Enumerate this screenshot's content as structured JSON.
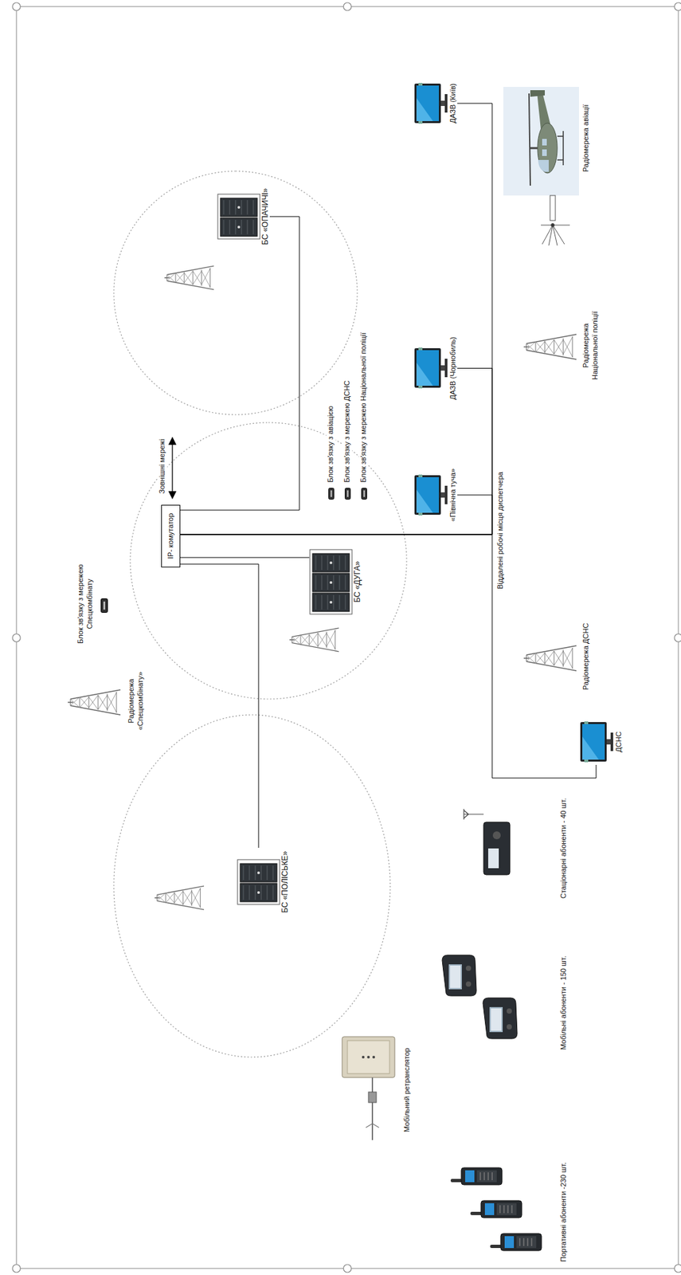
{
  "diagram": {
    "nodes": [
      {
        "text": [
          "БС «ОПАЧИЧІ»"
        ]
      },
      {
        "text": [
          "БС «ДУГА»"
        ]
      },
      {
        "text": [
          "БС «ПОЛІСЬКЕ»"
        ]
      },
      {
        "text": [
          "IP- комутатор"
        ]
      },
      {
        "text": [
          "ДАЗВ (Київ)"
        ]
      },
      {
        "text": [
          "ДАЗВ (Чорнобиль)"
        ]
      },
      {
        "text": [
          "«Північна туча»"
        ]
      },
      {
        "text": [
          "ДСНС"
        ]
      }
    ],
    "edges": [
      {
        "from": 3,
        "to": 0,
        "arrow": "none"
      },
      {
        "from": 3,
        "to": 1,
        "arrow": "none"
      },
      {
        "from": 3,
        "to": 2,
        "arrow": "none"
      },
      {
        "from": 3,
        "to": 4,
        "arrow": "none"
      },
      {
        "from": 3,
        "to": 5,
        "arrow": "none"
      },
      {
        "from": 3,
        "to": 6,
        "arrow": "none"
      },
      {
        "from": 3,
        "to": 7,
        "arrow": "none"
      }
    ],
    "labels": [
      "Зовнішні мережі",
      "Блок зв'язку з авіацією",
      "Блок зв'язку з мережею ДСНС",
      "Блок зв'язку з мережею Національної поліції",
      "Блок зв'язку з мережею Спецкомбінату",
      "Радіомережа «Спецкомбінату»",
      "Віддалені робочі місця диспетчера",
      "Радіомережа ДСНС",
      "Радіомережа Національної поліції",
      "Радіомережа авіації",
      "Мобільний ретранслятор",
      "Портативні абоненти -230 шт.",
      "Мобільні абоненти - 150 шт.",
      "Стаціонарні абоненти - 40 шт."
    ]
  }
}
